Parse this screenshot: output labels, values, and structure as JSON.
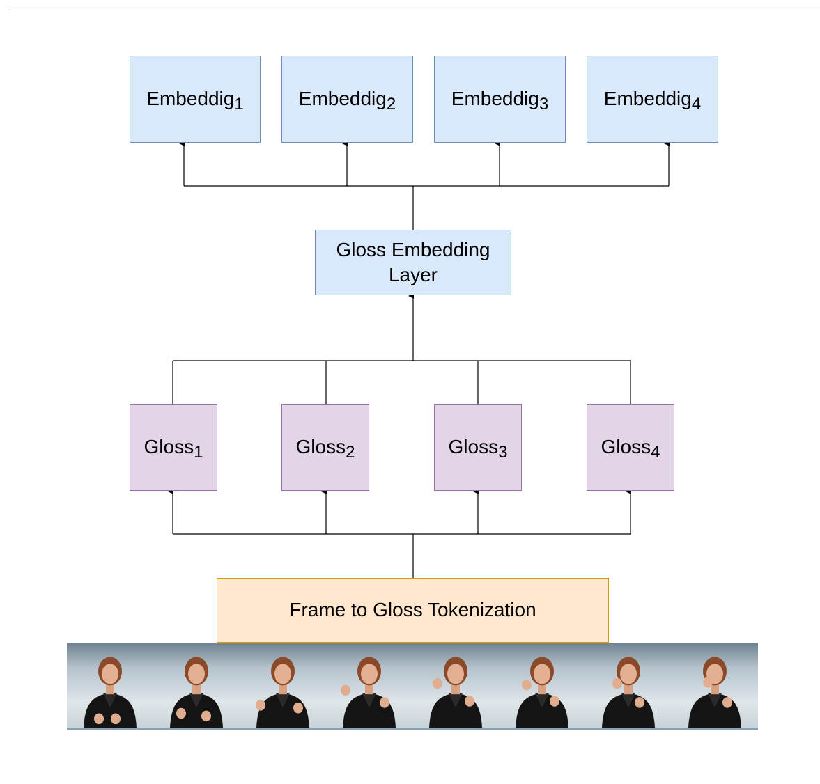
{
  "embeddings": [
    {
      "label": "Embeddig",
      "sub": "1"
    },
    {
      "label": "Embeddig",
      "sub": "2"
    },
    {
      "label": "Embeddig",
      "sub": "3"
    },
    {
      "label": "Embeddig",
      "sub": "4"
    }
  ],
  "layer": {
    "line1": "Gloss Embedding",
    "line2": "Layer"
  },
  "glosses": [
    {
      "label": "Gloss",
      "sub": "1"
    },
    {
      "label": "Gloss",
      "sub": "2"
    },
    {
      "label": "Gloss",
      "sub": "3"
    },
    {
      "label": "Gloss",
      "sub": "4"
    }
  ],
  "tokenization": {
    "label": "Frame to Gloss Tokenization"
  },
  "frames": {
    "count": 8
  },
  "colors": {
    "embedding_fill": "#dae8fc",
    "embedding_stroke": "#6c8ebf",
    "gloss_fill": "#e1d5e7",
    "gloss_stroke": "#9673a6",
    "token_fill": "#ffe6cc",
    "token_stroke": "#d79b00"
  }
}
